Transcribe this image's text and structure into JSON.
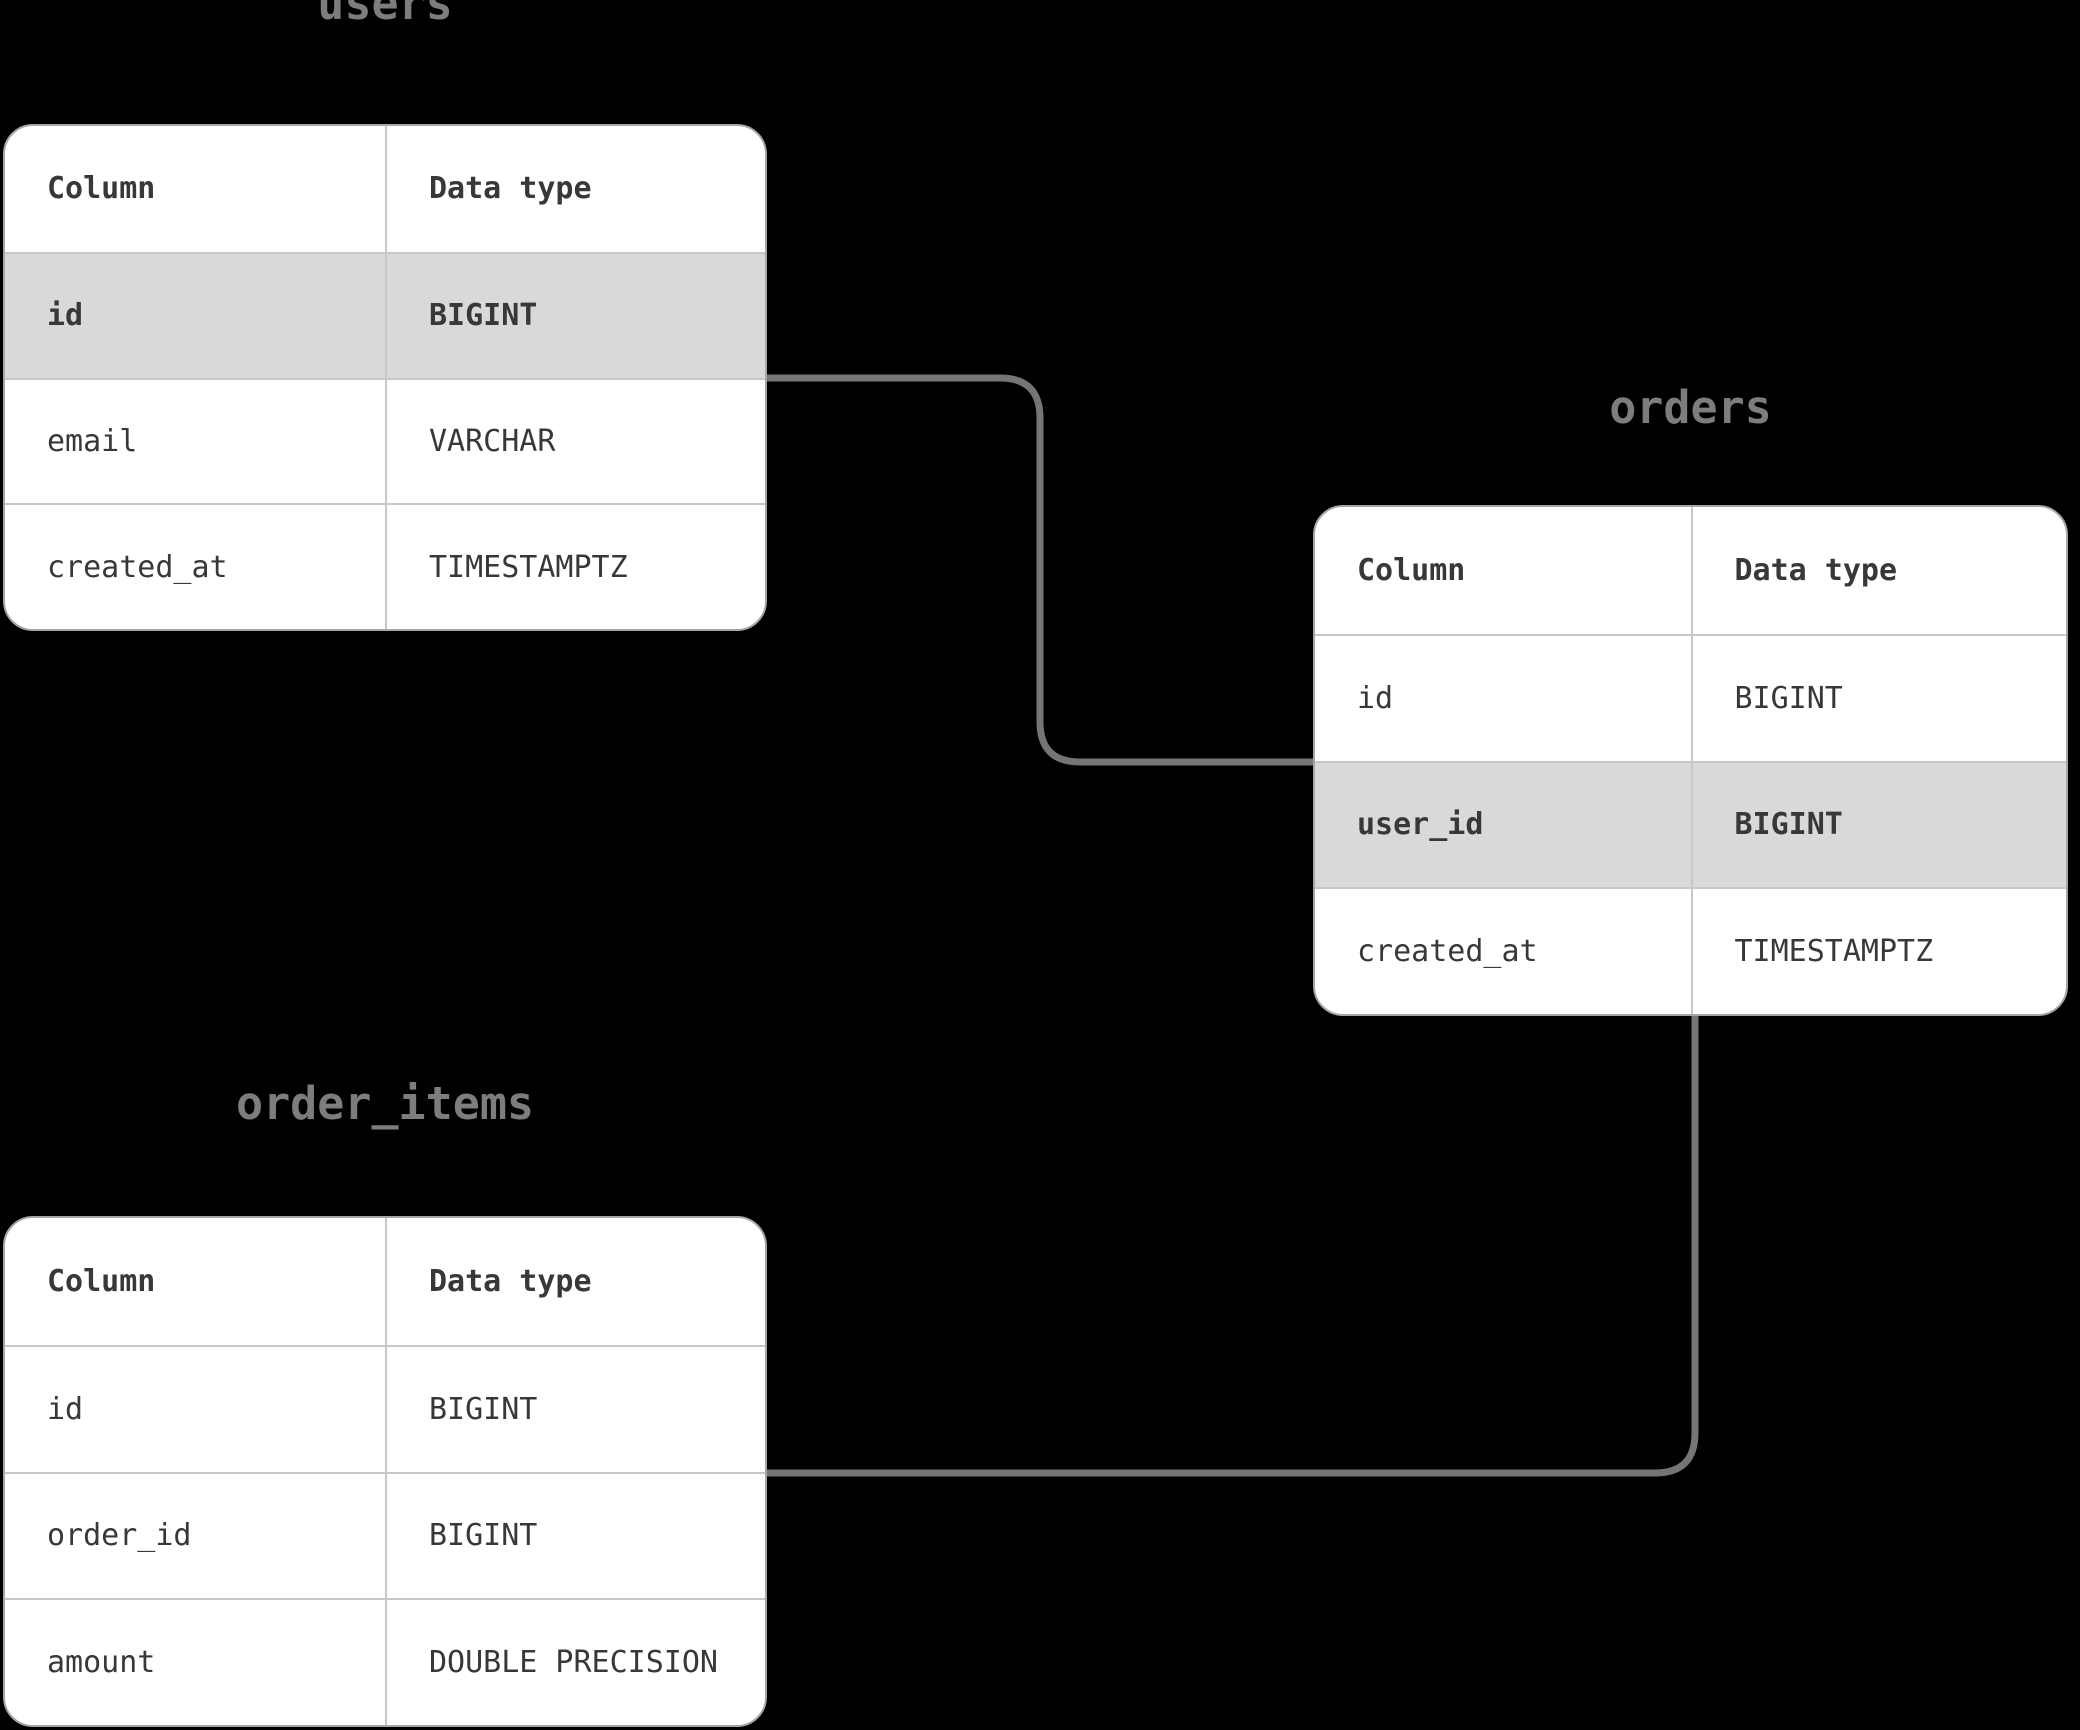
{
  "diagram": {
    "background_color": "#000000",
    "connector_color": "#757575",
    "highlight_color": "#d9d9d9",
    "title_color": "#7d7d7d",
    "tables": [
      {
        "id": "users",
        "title": "users",
        "headers": [
          "Column",
          "Data type"
        ],
        "rows": [
          {
            "column": "id",
            "data_type": "BIGINT",
            "highlighted": true
          },
          {
            "column": "email",
            "data_type": "VARCHAR",
            "highlighted": false
          },
          {
            "column": "created_at",
            "data_type": "TIMESTAMPTZ",
            "highlighted": false
          }
        ]
      },
      {
        "id": "orders",
        "title": "orders",
        "headers": [
          "Column",
          "Data type"
        ],
        "rows": [
          {
            "column": "id",
            "data_type": "BIGINT",
            "highlighted": false
          },
          {
            "column": "user_id",
            "data_type": "BIGINT",
            "highlighted": true
          },
          {
            "column": "created_at",
            "data_type": "TIMESTAMPTZ",
            "highlighted": false
          }
        ]
      },
      {
        "id": "order_items",
        "title": "order_items",
        "headers": [
          "Column",
          "Data type"
        ],
        "rows": [
          {
            "column": "id",
            "data_type": "BIGINT",
            "highlighted": false
          },
          {
            "column": "order_id",
            "data_type": "BIGINT",
            "highlighted": false
          },
          {
            "column": "amount",
            "data_type": "DOUBLE PRECISION",
            "highlighted": false
          }
        ]
      }
    ],
    "relationships": [
      {
        "from": "users",
        "to": "orders"
      },
      {
        "from": "orders",
        "to": "order_items"
      }
    ]
  }
}
